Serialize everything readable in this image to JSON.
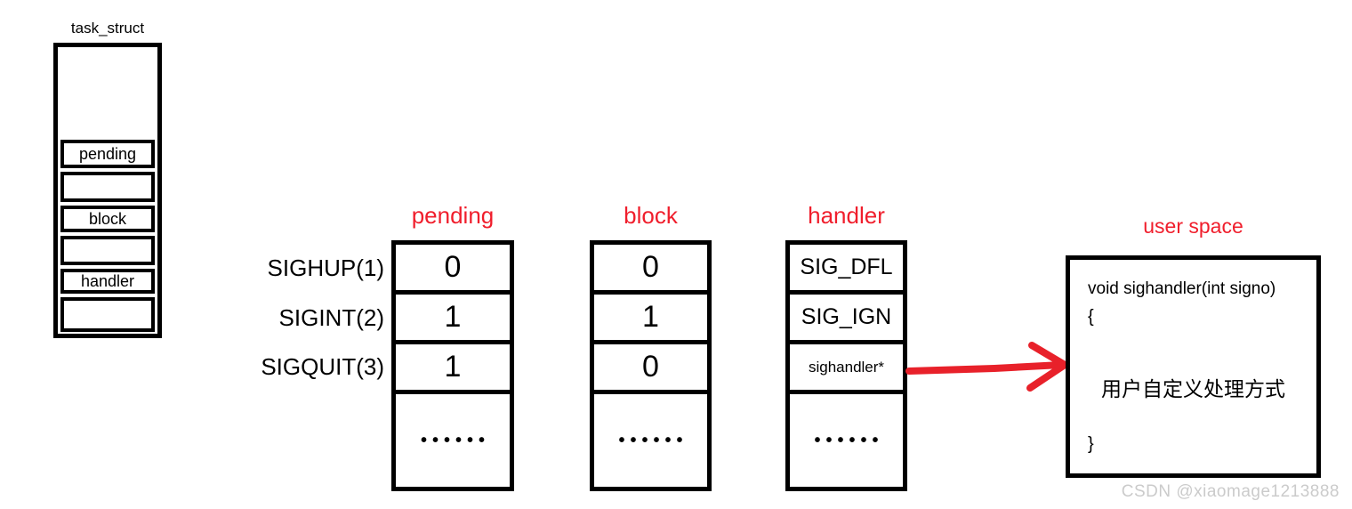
{
  "colors": {
    "accent_red": "#f01e2c",
    "arrow_red": "#e8212a",
    "watermark_gray": "#cbcbcb"
  },
  "task_struct": {
    "title": "task_struct",
    "fields": {
      "pending": "pending",
      "block": "block",
      "handler": "handler"
    }
  },
  "signal_labels": [
    "SIGHUP(1)",
    "SIGINT(2)",
    "SIGQUIT(3)"
  ],
  "columns": [
    {
      "title": "pending",
      "cells": [
        "0",
        "1",
        "1"
      ],
      "ellipsis": "••••••"
    },
    {
      "title": "block",
      "cells": [
        "0",
        "1",
        "0"
      ],
      "ellipsis": "••••••"
    },
    {
      "title": "handler",
      "cells": [
        "SIG_DFL",
        "SIG_IGN",
        "sighandler*"
      ],
      "ellipsis": "••••••"
    }
  ],
  "user_space": {
    "title": "user space",
    "signature": "void sighandler(int signo)",
    "open_brace": "{",
    "body": "用户自定义处理方式",
    "close_brace": "}"
  },
  "watermark": "CSDN @xiaomage1213888"
}
